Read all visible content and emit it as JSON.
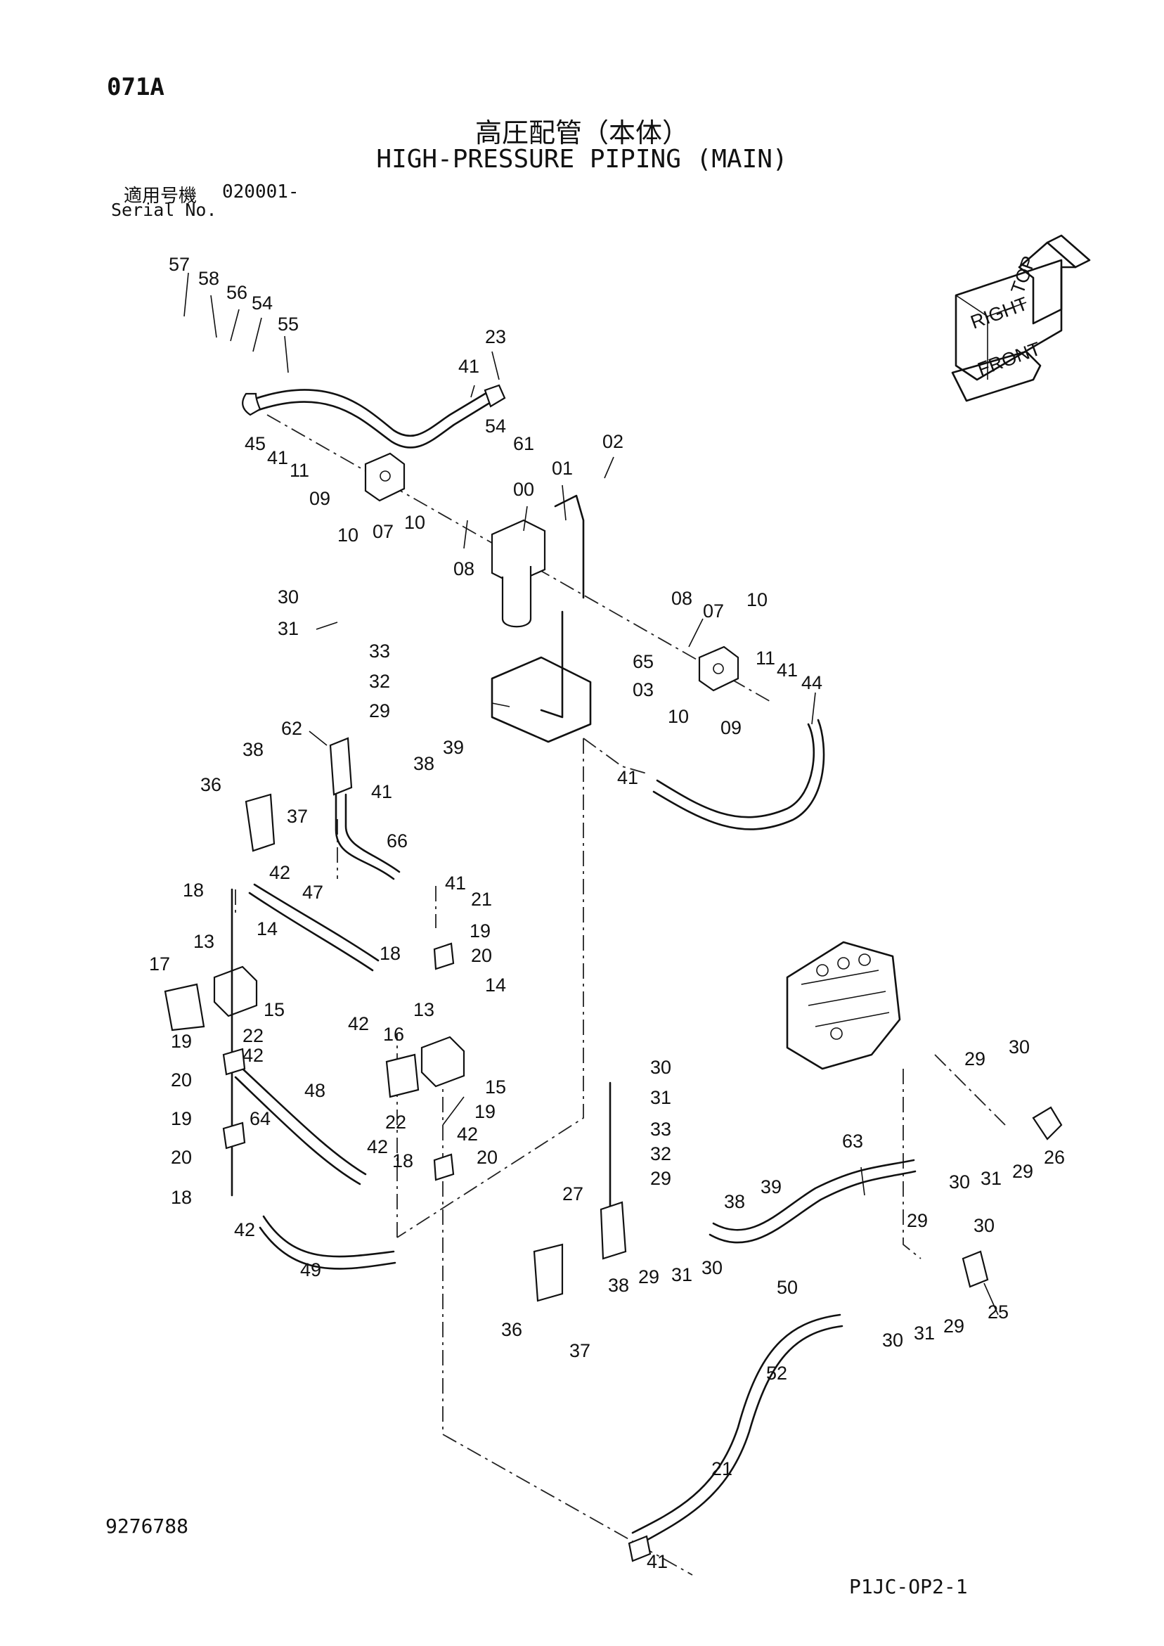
{
  "header": {
    "page_code": "071A",
    "title_jp": "高圧配管（本体）",
    "title_en": "HIGH-PRESSURE PIPING (MAIN)",
    "serial_label_jp": "適用号機",
    "serial_value": "020001-",
    "serial_label_en": "Serial No."
  },
  "orientation": {
    "top": "TOP",
    "right": "RIGHT",
    "front": "FRONT"
  },
  "callouts": [
    {
      "label": "57"
    },
    {
      "label": "58"
    },
    {
      "label": "56"
    },
    {
      "label": "54"
    },
    {
      "label": "55"
    },
    {
      "label": "23"
    },
    {
      "label": "41"
    },
    {
      "label": "45"
    },
    {
      "label": "41"
    },
    {
      "label": "11"
    },
    {
      "label": "09"
    },
    {
      "label": "10"
    },
    {
      "label": "07"
    },
    {
      "label": "10"
    },
    {
      "label": "54"
    },
    {
      "label": "61"
    },
    {
      "label": "02"
    },
    {
      "label": "01"
    },
    {
      "label": "00"
    },
    {
      "label": "08"
    },
    {
      "label": "08"
    },
    {
      "label": "07"
    },
    {
      "label": "10"
    },
    {
      "label": "65"
    },
    {
      "label": "03"
    },
    {
      "label": "10"
    },
    {
      "label": "11"
    },
    {
      "label": "41"
    },
    {
      "label": "44"
    },
    {
      "label": "09"
    },
    {
      "label": "41"
    },
    {
      "label": "30"
    },
    {
      "label": "31"
    },
    {
      "label": "33"
    },
    {
      "label": "32"
    },
    {
      "label": "29"
    },
    {
      "label": "62"
    },
    {
      "label": "39"
    },
    {
      "label": "38"
    },
    {
      "label": "38"
    },
    {
      "label": "36"
    },
    {
      "label": "41"
    },
    {
      "label": "37"
    },
    {
      "label": "66"
    },
    {
      "label": "42"
    },
    {
      "label": "47"
    },
    {
      "label": "18"
    },
    {
      "label": "41"
    },
    {
      "label": "21"
    },
    {
      "label": "19"
    },
    {
      "label": "13"
    },
    {
      "label": "14"
    },
    {
      "label": "17"
    },
    {
      "label": "15"
    },
    {
      "label": "18"
    },
    {
      "label": "20"
    },
    {
      "label": "42"
    },
    {
      "label": "14"
    },
    {
      "label": "13"
    },
    {
      "label": "19"
    },
    {
      "label": "22"
    },
    {
      "label": "42"
    },
    {
      "label": "16"
    },
    {
      "label": "20"
    },
    {
      "label": "15"
    },
    {
      "label": "48"
    },
    {
      "label": "19"
    },
    {
      "label": "64"
    },
    {
      "label": "22"
    },
    {
      "label": "19"
    },
    {
      "label": "42"
    },
    {
      "label": "20"
    },
    {
      "label": "42"
    },
    {
      "label": "18"
    },
    {
      "label": "20"
    },
    {
      "label": "18"
    },
    {
      "label": "42"
    },
    {
      "label": "49"
    },
    {
      "label": "30"
    },
    {
      "label": "31"
    },
    {
      "label": "33"
    },
    {
      "label": "32"
    },
    {
      "label": "29"
    },
    {
      "label": "39"
    },
    {
      "label": "27"
    },
    {
      "label": "38"
    },
    {
      "label": "29"
    },
    {
      "label": "31"
    },
    {
      "label": "30"
    },
    {
      "label": "38"
    },
    {
      "label": "36"
    },
    {
      "label": "37"
    },
    {
      "label": "63"
    },
    {
      "label": "29"
    },
    {
      "label": "30"
    },
    {
      "label": "30"
    },
    {
      "label": "31"
    },
    {
      "label": "29"
    },
    {
      "label": "26"
    },
    {
      "label": "29"
    },
    {
      "label": "30"
    },
    {
      "label": "50"
    },
    {
      "label": "30"
    },
    {
      "label": "31"
    },
    {
      "label": "29"
    },
    {
      "label": "25"
    },
    {
      "label": "52"
    },
    {
      "label": "21"
    },
    {
      "label": "41"
    }
  ],
  "footer": {
    "doc_number": "9276788",
    "sheet_code": "P1JC-OP2-1"
  }
}
